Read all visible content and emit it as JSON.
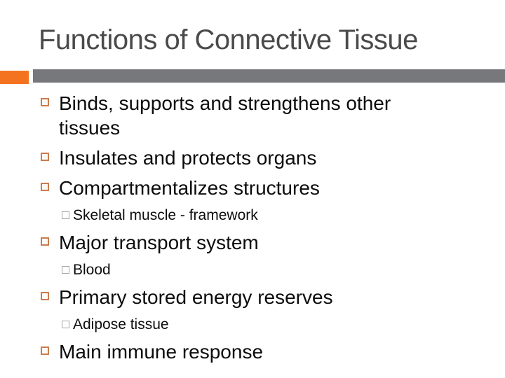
{
  "slide": {
    "title": "Functions of Connective Tissue",
    "accent_colors": {
      "orange_block": "#f47321",
      "gray_bar": "#77787b",
      "title_text": "#4a4a4a",
      "level1_bullet_border": "#c87d4e",
      "level2_bullet_border": "#a6a6a6"
    },
    "bullets": [
      {
        "level": 1,
        "text": "Binds, supports and strengthens other tissues"
      },
      {
        "level": 1,
        "text": "Insulates and protects organs"
      },
      {
        "level": 1,
        "text": "Compartmentalizes structures"
      },
      {
        "level": 2,
        "text": "Skeletal muscle - framework"
      },
      {
        "level": 1,
        "text": "Major transport system"
      },
      {
        "level": 2,
        "text": "Blood"
      },
      {
        "level": 1,
        "text": "Primary stored energy reserves"
      },
      {
        "level": 2,
        "text": "Adipose tissue"
      },
      {
        "level": 1,
        "text": "Main immune response"
      }
    ]
  }
}
